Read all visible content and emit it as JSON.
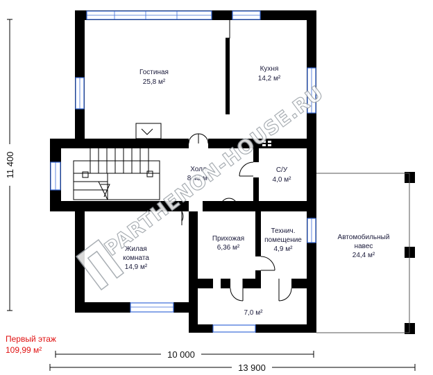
{
  "floor": {
    "name": "Первый этаж",
    "area": "109,99 м²"
  },
  "dimensions": {
    "height": "11 400",
    "width_inner": "10 000",
    "width_total": "13 900"
  },
  "rooms": {
    "living": {
      "name": "Гостиная",
      "area": "25,8 м²"
    },
    "kitchen": {
      "name": "Кухня",
      "area": "14,2 м²"
    },
    "hall": {
      "name": "Холл",
      "area": "8,43 м²"
    },
    "wc": {
      "name": "С/У",
      "area": "4,0 м²"
    },
    "bedroom": {
      "line1": "Жилая",
      "line2": "комната",
      "area": "14,9 м²"
    },
    "entry": {
      "name": "Прихожая",
      "area": "6,36 м²"
    },
    "tech": {
      "line1": "Технич.",
      "line2": "помещение",
      "area": "4,9 м²"
    },
    "carport": {
      "line1": "Автомобильный",
      "line2": "навес",
      "area": "24,4 м²"
    },
    "porch": {
      "area": "7,0 м²"
    }
  },
  "watermark": "PARTHENON-HOUSE.RU",
  "colors": {
    "wall": "#000000",
    "window": "#3a6ad8",
    "floor_text": "#e01010"
  }
}
